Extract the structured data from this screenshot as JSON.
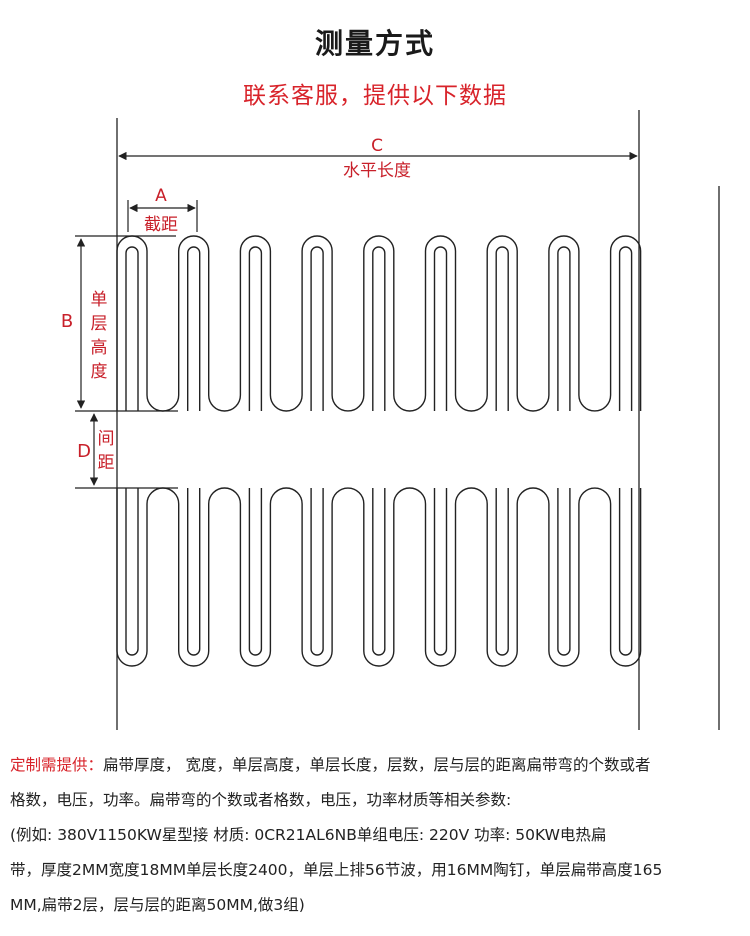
{
  "header": {
    "title": "测量方式",
    "subtitle": "联系客服，提供以下数据"
  },
  "diagram": {
    "label_c": "C",
    "label_c_desc": "水平长度",
    "label_a": "A",
    "label_a_desc": "截距",
    "label_b": "B",
    "label_b_desc": [
      "单",
      "层",
      "高",
      "度"
    ],
    "label_d": "D",
    "label_d_desc": [
      "间",
      "距"
    ],
    "top_loops": 9,
    "bottom_loops": 9
  },
  "notes": {
    "line1_prefix": "定制需提供：",
    "line1_text": "扁带厚度，  宽度，单层高度，单层长度，层数，层与层的距离扁带弯的个数或者",
    "line2": "格数，电压，功率。扁带弯的个数或者格数，电压，功率材质等相关参数:",
    "line3": "(例如: 380V1150KW星型接 材质: 0CR21AL6NB单组电压: 220V 功率: 50KW电热扁",
    "line4": "带，厚度2MM宽度18MM单层长度2400，单层上排56节波，用16MM陶钉，单层扁带高度165",
    "line5": "MM,扁带2层，层与层的距离50MM,做3组)"
  },
  "colors": {
    "accent_red": "#d8232a",
    "line": "#222222"
  }
}
